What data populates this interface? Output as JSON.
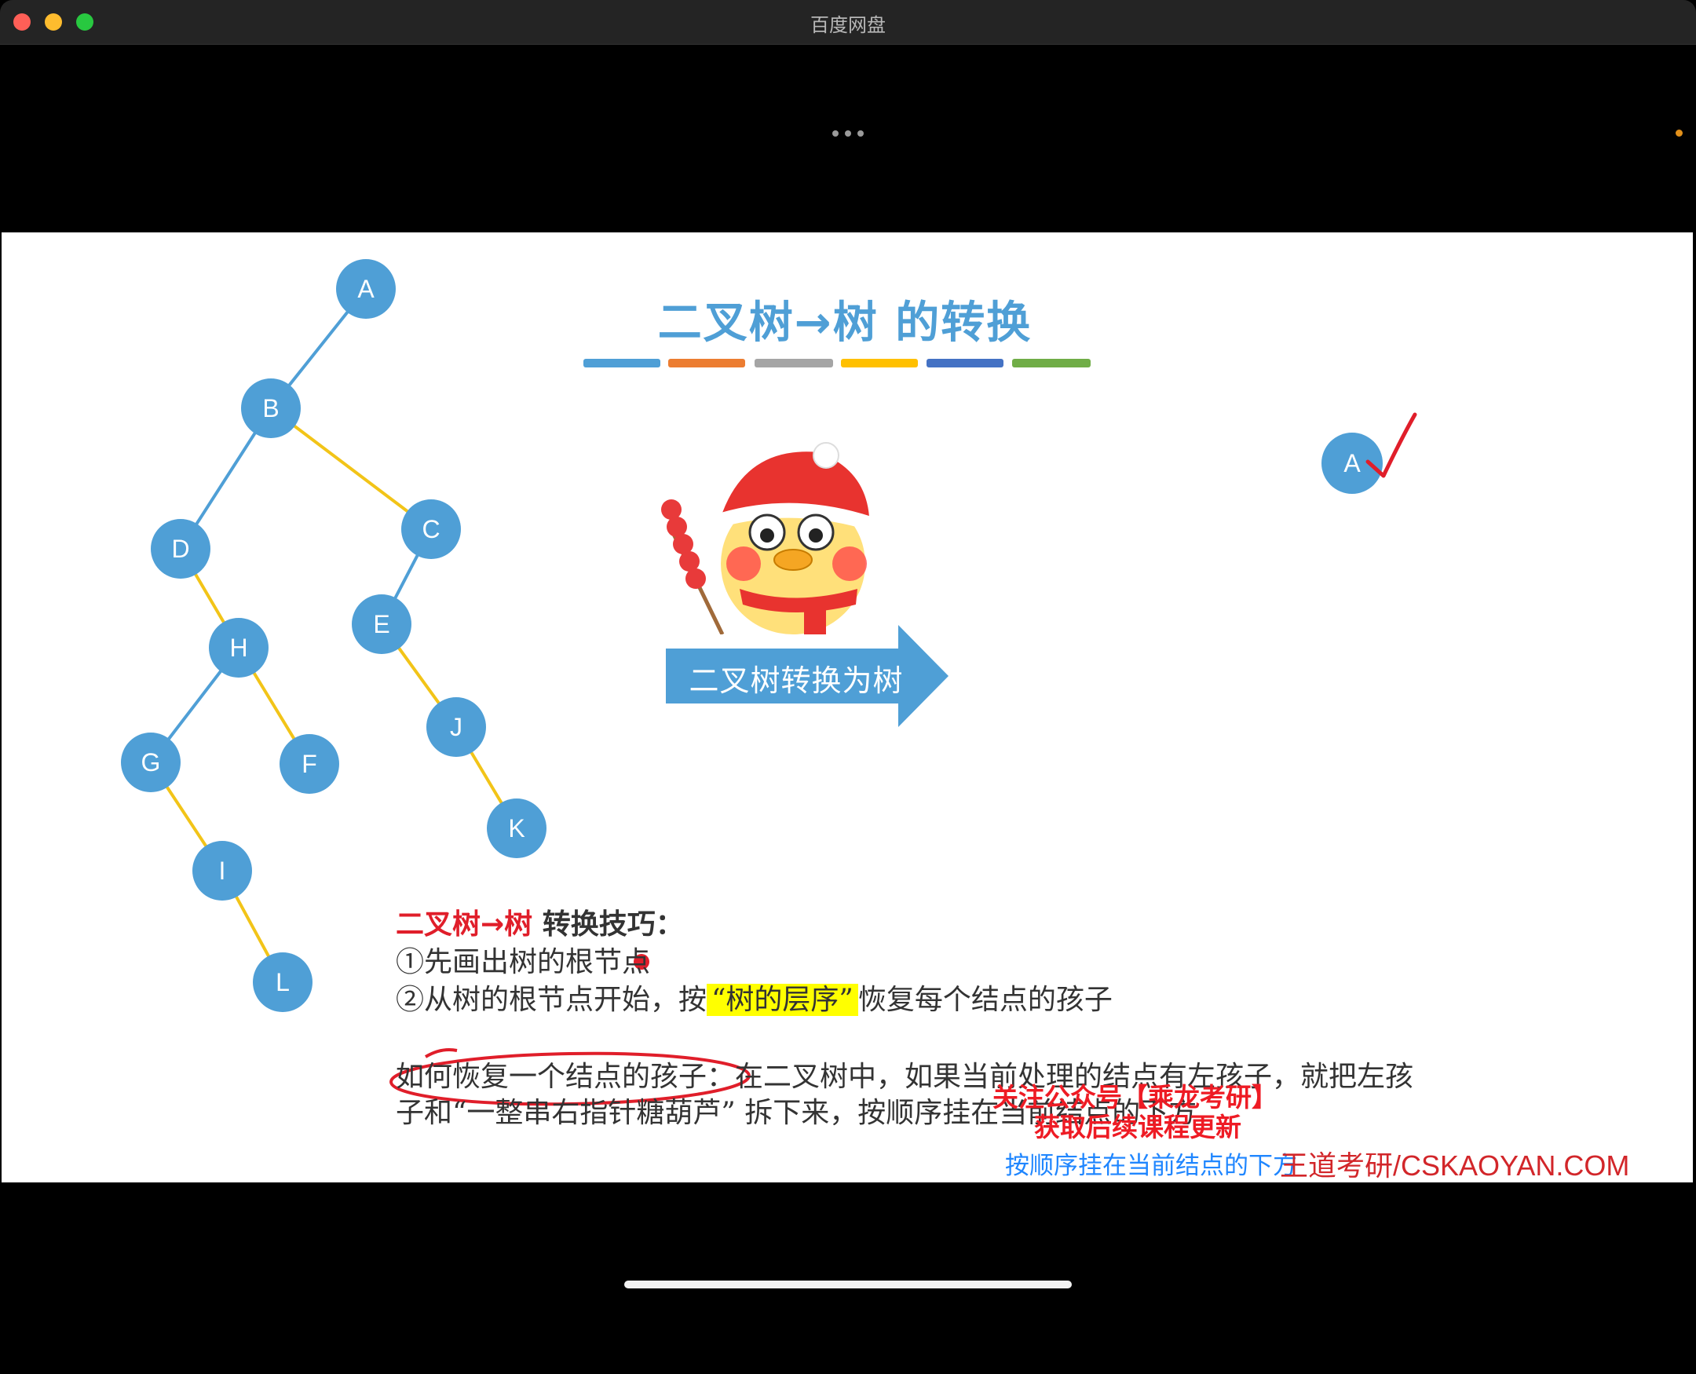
{
  "window": {
    "title": "百度网盘"
  },
  "slide": {
    "title": "二叉树→树 的转换",
    "title_bar_colors": [
      "#4f9fd6",
      "#ec7d31",
      "#a5a5a5",
      "#ffc000",
      "#4472c4",
      "#70ad47"
    ],
    "arrow_label": "二叉树转换为树",
    "tree_nodes": [
      "A",
      "B",
      "C",
      "D",
      "E",
      "H",
      "J",
      "G",
      "F",
      "K",
      "I",
      "L"
    ],
    "result_node": "A",
    "tips": {
      "heading_red": "二叉树→树",
      "heading_rest": " 转换技巧：",
      "step1": "①先画出树的根节点",
      "step2_before": "②从树的根节点开始，按",
      "step2_highlight": "“树的层序”",
      "step2_after": "恢复每个结点的孩子"
    },
    "paragraph": {
      "line1": "如何恢复一个结点的孩子：在二叉树中，如果当前处理的结点有左孩子，就把左孩",
      "line2": "子和“一整串右指针糖葫芦” 拆下来，按顺序挂在当前结点的下方"
    }
  },
  "overlays": {
    "follow_line1": "关注公众号【乘龙考研】",
    "follow_line2": "获取后续课程更新",
    "subtitle": "按顺序挂在当前结点的下方",
    "watermark": "王道考研/CSKAOYAN.COM"
  },
  "colors": {
    "node_fill": "#4f9fd6",
    "left_edge": "#4f9fd6",
    "right_edge": "#f2c418",
    "annotation_red": "#e01e2a",
    "highlight_yellow": "#ffff00"
  }
}
